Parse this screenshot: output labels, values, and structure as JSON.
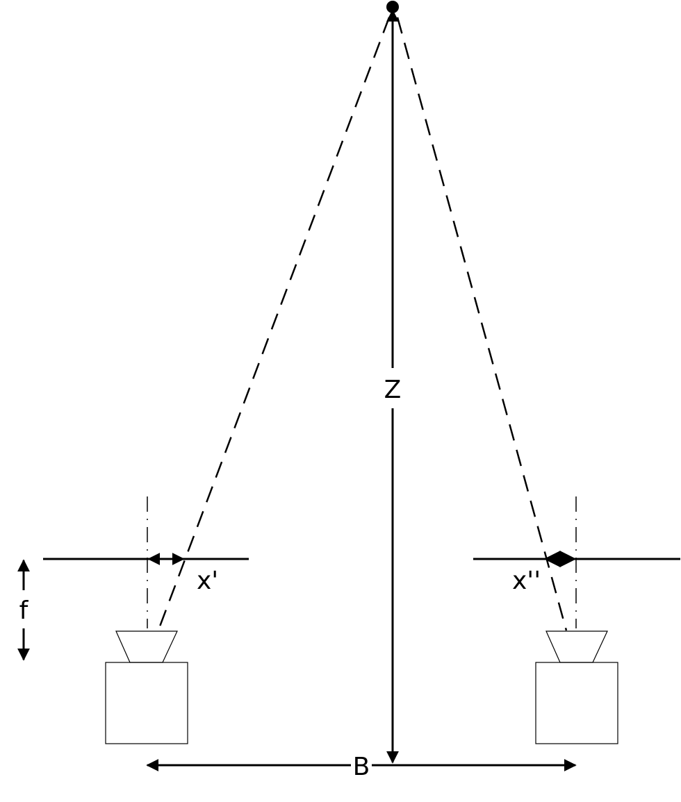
{
  "labels": {
    "z": "Z",
    "b": "B",
    "f": "f",
    "x_left": "x'",
    "x_right": "x''"
  },
  "colors": {
    "stroke": "#000000",
    "background": "#ffffff"
  }
}
